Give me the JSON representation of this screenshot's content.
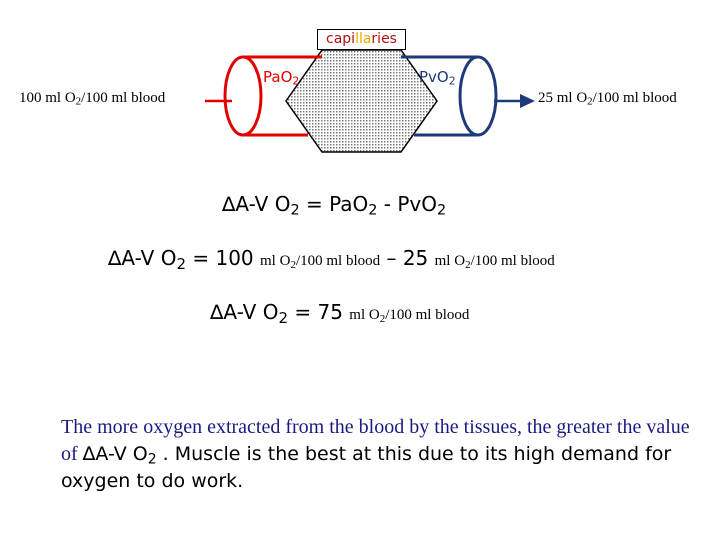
{
  "diagram": {
    "capillaries_prefix": "capi",
    "capillaries_mid": "lla",
    "capillaries_suffix": "ries",
    "arterial_label": "PaO",
    "arterial_sub": "2",
    "venous_label": "PvO",
    "venous_sub": "2",
    "left_value": "100 ml O",
    "left_sub": "2",
    "left_unit": "/100 ml blood",
    "right_value": "25 ml O",
    "right_sub": "2",
    "right_unit": "/100 ml blood",
    "colors": {
      "arterial": "#e00000",
      "venous": "#1e3a7a",
      "capillary_bed": "#dcdcdc"
    }
  },
  "equations": {
    "eq1": {
      "lhs": "∆A-V O",
      "lhs_sub": "2",
      "mid": " = PaO",
      "mid_sub": "2",
      "rest": " - PvO",
      "rest_sub": "2"
    },
    "eq2": {
      "lhs": "∆A-V O",
      "lhs_sub": "2",
      "eq": " = 100 ",
      "unit1": "ml O",
      "unit1_sub": "2",
      "unit1_rest": "/100 ml blood",
      "minus": " – 25 ",
      "unit2": "ml O",
      "unit2_sub": "2",
      "unit2_rest": "/100 ml blood"
    },
    "eq3": {
      "lhs": "∆A-V O",
      "lhs_sub": "2",
      "eq": " = 75 ",
      "unit": "ml O",
      "unit_sub": "2",
      "unit_rest": "/100 ml blood"
    }
  },
  "explanation": {
    "part1": "The more oxygen extracted from the blood by the tissues, the greater the value of ",
    "term": "∆A-V O",
    "term_sub": "2",
    "part2": " . Muscle is the best at this due to its high demand for oxygen to do work."
  }
}
